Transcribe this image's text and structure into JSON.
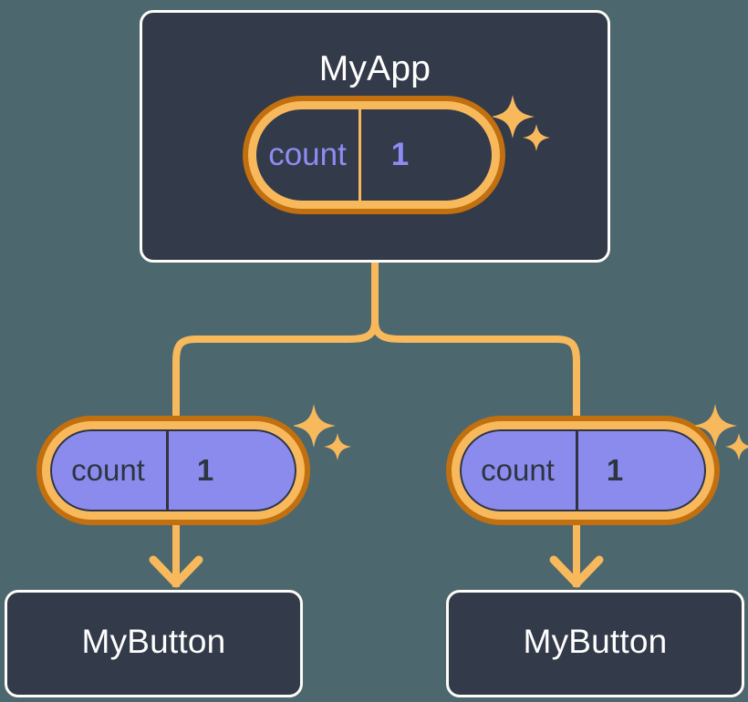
{
  "theme": {
    "background": "#4D676E",
    "card_fill": "#333A49",
    "card_border": "#FDFCF8",
    "ring_outer": "#C2700F",
    "ring_inner": "#F7B95C",
    "connector": "#F7B95C",
    "state_fill_child": "#8B8BEE",
    "state_text_parent": "#8D8CF4",
    "state_text_child": "#2E3440",
    "title_text": "#FFFFFF"
  },
  "diagram": {
    "type": "component-tree",
    "root": {
      "title": "MyApp",
      "state": {
        "key": "count",
        "value": "1",
        "highlighted": true
      }
    },
    "children": [
      {
        "state": {
          "key": "count",
          "value": "1",
          "highlighted": true
        },
        "component": {
          "title": "MyButton"
        }
      },
      {
        "state": {
          "key": "count",
          "value": "1",
          "highlighted": true
        },
        "component": {
          "title": "MyButton"
        }
      }
    ],
    "icons": {
      "sparkle": "sparkle-icon",
      "arrow": "arrow-down-icon"
    }
  }
}
